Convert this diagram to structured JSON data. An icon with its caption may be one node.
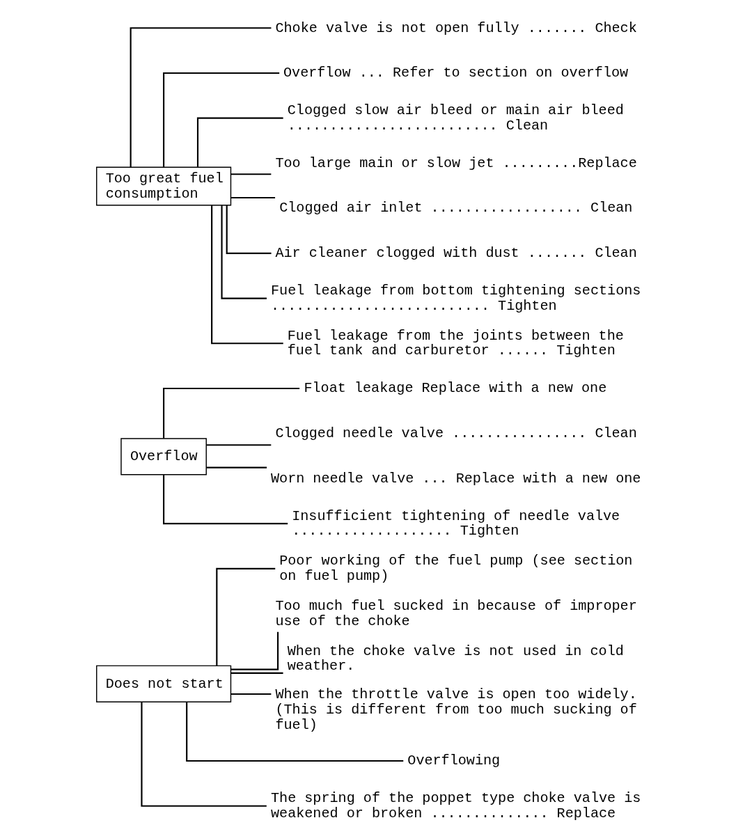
{
  "diagram": {
    "nodes": [
      {
        "text": [
          "Does not start"
        ]
      },
      {
        "text": [
          "Poor working of the fuel pump (see section on fuel pump)"
        ]
      },
      {
        "text": [
          "Too much fuel sucked in because of improper use of the choke"
        ]
      },
      {
        "text": [
          "When the choke valve is not used in cold weather."
        ]
      },
      {
        "text": [
          "When the throttle valve is open too widely. (This is different from too much sucking of fuel)"
        ]
      },
      {
        "text": [
          "Overflowing"
        ]
      },
      {
        "text": [
          "The spring of the poppet type choke valve is weakened or broken .............. Replace"
        ]
      },
      {
        "text": [
          "Overflow"
        ]
      },
      {
        "text": [
          "Float leakage Replace with a new one"
        ]
      },
      {
        "text": [
          "Clogged needle valve ................ Clean"
        ]
      },
      {
        "text": [
          "Worn needle valve ... Replace with a new one"
        ]
      },
      {
        "text": [
          "Insufficient tightening of needle valve ................... Tighten"
        ]
      },
      {
        "text": [
          "Too great fuel consumption"
        ]
      },
      {
        "text": [
          "Choke valve is not open fully ....... Check"
        ]
      },
      {
        "text": [
          "Overflow ... Refer to section on overflow"
        ]
      },
      {
        "text": [
          "Clogged slow air bleed or main air bleed ......................... Clean"
        ]
      },
      {
        "text": [
          "Too large main or slow jet .........Replace"
        ]
      },
      {
        "text": [
          "Clogged air inlet .................. Clean"
        ]
      },
      {
        "text": [
          "Air cleaner clogged with dust ....... Clean"
        ]
      },
      {
        "text": [
          "Fuel leakage from bottom tightening sections .......................... Tighten"
        ]
      },
      {
        "text": [
          "Fuel leakage from the joints between the fuel tank and carburetor ...... Tighten"
        ]
      }
    ],
    "edges": [
      {
        "from": 0,
        "to": 1,
        "arrow": "none"
      },
      {
        "from": 0,
        "to": 2,
        "arrow": "none"
      },
      {
        "from": 0,
        "to": 3,
        "arrow": "none"
      },
      {
        "from": 0,
        "to": 4,
        "arrow": "none"
      },
      {
        "from": 0,
        "to": 5,
        "arrow": "none"
      },
      {
        "from": 0,
        "to": 6,
        "arrow": "none"
      },
      {
        "from": 7,
        "to": 8,
        "arrow": "none"
      },
      {
        "from": 7,
        "to": 9,
        "arrow": "none"
      },
      {
        "from": 7,
        "to": 10,
        "arrow": "none"
      },
      {
        "from": 7,
        "to": 11,
        "arrow": "none"
      },
      {
        "from": 12,
        "to": 13,
        "arrow": "none"
      },
      {
        "from": 12,
        "to": 14,
        "arrow": "none"
      },
      {
        "from": 12,
        "to": 15,
        "arrow": "none"
      },
      {
        "from": 12,
        "to": 16,
        "arrow": "none"
      },
      {
        "from": 12,
        "to": 17,
        "arrow": "none"
      },
      {
        "from": 12,
        "to": 18,
        "arrow": "none"
      },
      {
        "from": 12,
        "to": 19,
        "arrow": "none"
      },
      {
        "from": 12,
        "to": 20,
        "arrow": "none"
      }
    ]
  }
}
